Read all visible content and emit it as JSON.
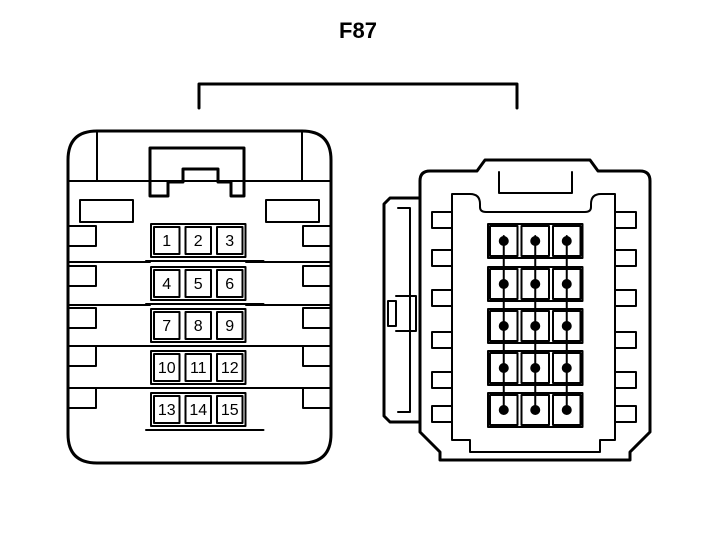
{
  "diagram": {
    "title": "F87",
    "colors": {
      "stroke": "#000000",
      "background": "#ffffff"
    },
    "left_connector": {
      "pin_rows": [
        [
          "1",
          "2",
          "3"
        ],
        [
          "4",
          "5",
          "6"
        ],
        [
          "7",
          "8",
          "9"
        ],
        [
          "10",
          "11",
          "12"
        ],
        [
          "13",
          "14",
          "15"
        ]
      ]
    },
    "right_connector": {
      "rows": 5,
      "cols": 3
    }
  }
}
